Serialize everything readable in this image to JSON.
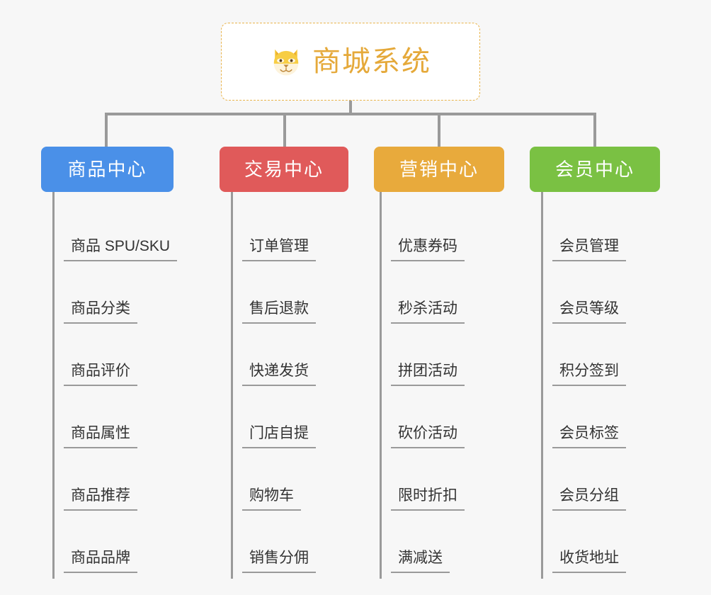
{
  "root": {
    "title": "商城系统",
    "icon": "shiba-dog-icon",
    "title_color": "#e5a93a",
    "border_color": "#e9b44c",
    "background": "#ffffff"
  },
  "canvas": {
    "background": "#f7f7f7",
    "connector_color": "#9a9a9a"
  },
  "branches": [
    {
      "label": "商品中心",
      "color": "#4a90e8",
      "items": [
        "商品 SPU/SKU",
        "商品分类",
        "商品评价",
        "商品属性",
        "商品推荐",
        "商品品牌"
      ]
    },
    {
      "label": "交易中心",
      "color": "#e05a5a",
      "items": [
        "订单管理",
        "售后退款",
        "快递发货",
        "门店自提",
        "购物车",
        "销售分佣"
      ]
    },
    {
      "label": "营销中心",
      "color": "#e8aa3c",
      "items": [
        "优惠券码",
        "秒杀活动",
        "拼团活动",
        "砍价活动",
        "限时折扣",
        "满减送"
      ]
    },
    {
      "label": "会员中心",
      "color": "#76c councils"
    }
  ]
}
